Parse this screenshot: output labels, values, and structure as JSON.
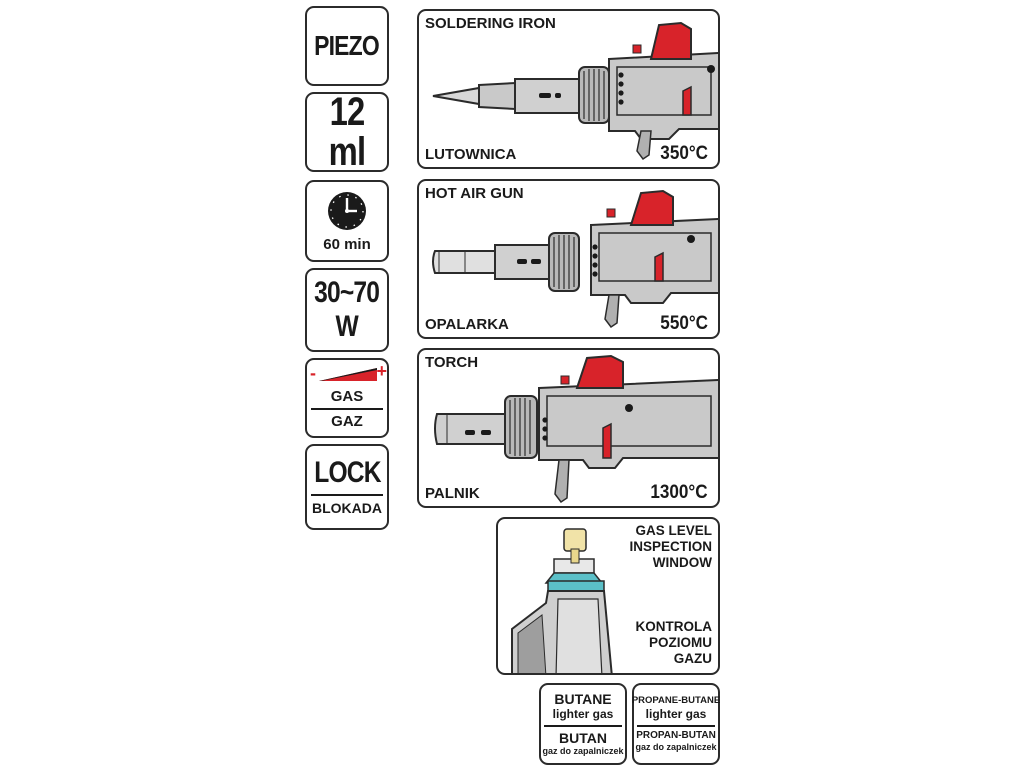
{
  "specs": {
    "ignition": "PIEZO",
    "capacity": "12 ml",
    "duration": "60 min",
    "power_line1": "30~70",
    "power_line2": "W",
    "gas_minus": "-",
    "gas_plus": "+",
    "gas_en": "GAS",
    "gas_pl": "GAZ",
    "lock_en": "LOCK",
    "lock_pl": "BLOKADA"
  },
  "modes": [
    {
      "title": "SOLDERING IRON",
      "subtitle": "LUTOWNICA",
      "temperature": "350°C"
    },
    {
      "title": "HOT AIR GUN",
      "subtitle": "OPALARKA",
      "temperature": "550°C"
    },
    {
      "title": "TORCH",
      "subtitle": "PALNIK",
      "temperature": "1300°C"
    }
  ],
  "gas_window": {
    "en_lines": [
      "GAS LEVEL",
      "INSPECTION",
      "WINDOW"
    ],
    "pl_lines": [
      "KONTROLA",
      "POZIOMU",
      "GAZU"
    ]
  },
  "fuel": [
    {
      "name_en": "BUTANE",
      "desc_en": "lighter gas",
      "name_pl": "BUTAN",
      "desc_pl": "gaz do zapalniczek"
    },
    {
      "name_en": "PROPANE-BUTANE",
      "desc_en": "lighter gas",
      "name_pl": "PROPAN-BUTAN",
      "desc_pl": "gaz do zapalniczek"
    }
  ],
  "colors": {
    "accent_red": "#d8232a",
    "tool_grey": "#c9c9c9",
    "gas_blue": "#5bc0c8"
  },
  "icons": [
    "clock-icon",
    "gas-ramp-icon",
    "soldering-iron-tool-icon",
    "hot-air-gun-tool-icon",
    "torch-tool-icon",
    "gas-window-icon"
  ]
}
